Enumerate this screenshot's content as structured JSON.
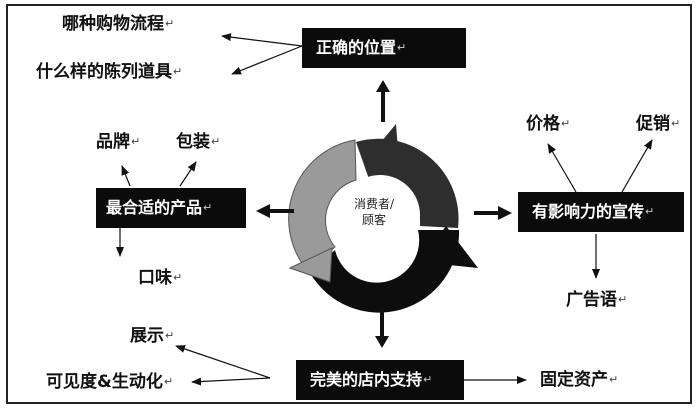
{
  "center": {
    "line1": "消费者/",
    "line2": "顾客"
  },
  "return_mark": "↵",
  "nodes": {
    "top": "正确的位置",
    "left": "最合适的产品",
    "right": "有影响力的宣传",
    "bottom": "完美的店内支持"
  },
  "leaves": {
    "which_process": "哪种购物流程",
    "display_props": "什么样的陈列道具",
    "brand": "品牌",
    "packaging": "包装",
    "taste": "口味",
    "price": "价格",
    "promotion": "促销",
    "slogan": "广告语",
    "showcase": "展示",
    "visibility": "可见度&生动化",
    "fixed_assets": "固定资产"
  },
  "colors": {
    "box_fill": "#0b0b0b",
    "ring_light": "#9a9a9a",
    "ring_dark": "#2e2e2e",
    "ring_black": "#0d0d0d"
  }
}
